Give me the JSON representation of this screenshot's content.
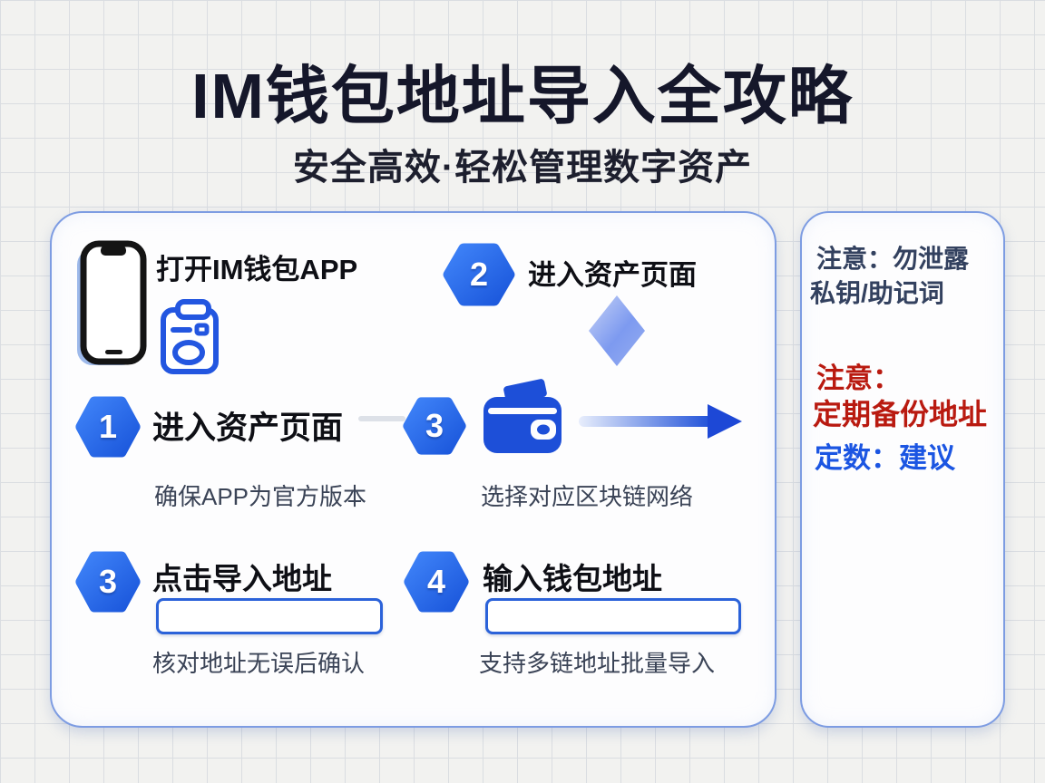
{
  "header": {
    "title": "IM钱包地址导入全攻略",
    "subtitle": "安全高效·轻松管理数字资产"
  },
  "main_card": {
    "intro": {
      "label": "打开IM钱包APP"
    },
    "steps": [
      {
        "number": "2",
        "title": "进入资产页面"
      },
      {
        "number": "1",
        "title": "进入资产页面",
        "note": "确保APP为官方版本"
      },
      {
        "number": "3",
        "note": "选择对应区块链网络"
      },
      {
        "number": "3",
        "title": "点击导入地址",
        "note": "核对地址无误后确认",
        "input_value": ""
      },
      {
        "number": "4",
        "title": "输入钱包地址",
        "note": "支持多链地址批量导入",
        "input_value": ""
      }
    ]
  },
  "side_card": {
    "warning1": {
      "line1": "注意：勿泄露",
      "line2": "私钥/助记词"
    },
    "warning2": {
      "line1": "注意：",
      "line2": "定期备份地址"
    },
    "tip": "定数：建议"
  },
  "icons": {
    "intro": [
      "smartphone-icon",
      "clipboard-icon"
    ],
    "flow": [
      "wallet-icon",
      "diamond-icon",
      "arrow-right-icon"
    ]
  },
  "colors": {
    "badge_blue": "#2563eb",
    "deep_blue": "#1d4fd8",
    "warning_red": "#b91a10",
    "tip_blue": "#1b55e2",
    "title_dark": "#15172a"
  }
}
